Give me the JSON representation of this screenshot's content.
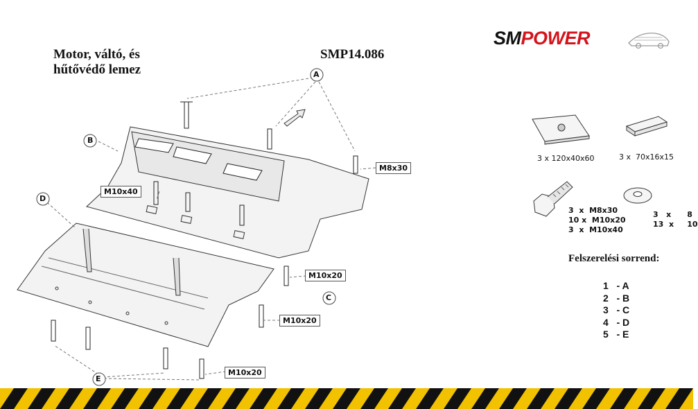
{
  "title_lines": [
    "Motor, váltó, és",
    "hűtővédő lemez"
  ],
  "product_code": "SMP14.086",
  "logo": {
    "part1": "SM",
    "part2": "POWER",
    "accent_color": "#d4141c"
  },
  "callouts": {
    "a": "A",
    "b": "B",
    "c": "C",
    "d": "D",
    "e": "E"
  },
  "bolt_labels": {
    "m8x30": "M8x30",
    "m10x40": "M10x40",
    "m10x20_1": "M10x20",
    "m10x20_2": "M10x20",
    "m10x20_3": "M10x20"
  },
  "parts": {
    "plate_large": "3 x 120x40x60",
    "plate_small": "3 x  70x16x15",
    "bolts": [
      "3  x  M8x30",
      "10 x  M10x20",
      "3  x  M10x40"
    ],
    "washers": [
      "3   x      8",
      "13  x     10"
    ]
  },
  "order": {
    "title": "Felszerelési sorrend:",
    "steps": [
      "1   - A",
      "2   - B",
      "3   - C",
      "4   - D",
      "5   - E"
    ]
  },
  "colors": {
    "stripe_yellow": "#f2c200",
    "stripe_black": "#111111"
  }
}
